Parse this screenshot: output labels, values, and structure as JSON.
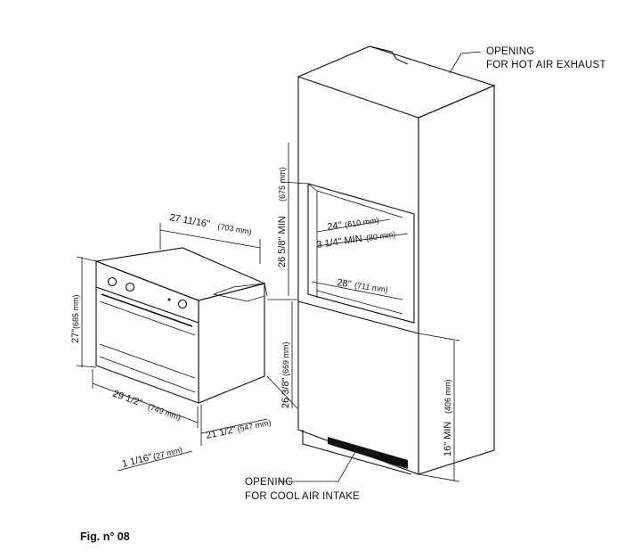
{
  "labels": {
    "exhaust_line1": "OPENING",
    "exhaust_line2": "FOR HOT AIR EXHAUST",
    "intake_line1": "OPENING",
    "intake_line2": "FOR COOL AIR INTAKE",
    "figure_caption": "Fig. n° 08"
  },
  "dimensions": {
    "oven_depth_top": "27 11/16\"",
    "oven_depth_top_mm": "(703 mm)",
    "oven_height": "27\"",
    "oven_height_mm": "(685 mm)",
    "oven_width": "29 1/2\"",
    "oven_width_mm": "(749 mm)",
    "oven_depth_bottom": "21 1/2\"",
    "oven_depth_bottom_mm": "(547 mm)",
    "door_offset": "1 1/16\"",
    "door_offset_mm": "(27 mm)",
    "oven_body_height": "26 3/8\"",
    "oven_body_height_mm": "(669 mm)",
    "niche_height": "26 5/8\" MIN",
    "niche_height_mm": "(675 mm)",
    "niche_depth": "24\"",
    "niche_depth_mm": "(610 mm)",
    "rear_gap": "3 1/4\" MIN",
    "rear_gap_mm": "(80 mm)",
    "niche_width": "28\"",
    "niche_width_mm": "(711 mm)",
    "floor_height": "16\" MIN",
    "floor_height_mm": "(406 mm)"
  }
}
